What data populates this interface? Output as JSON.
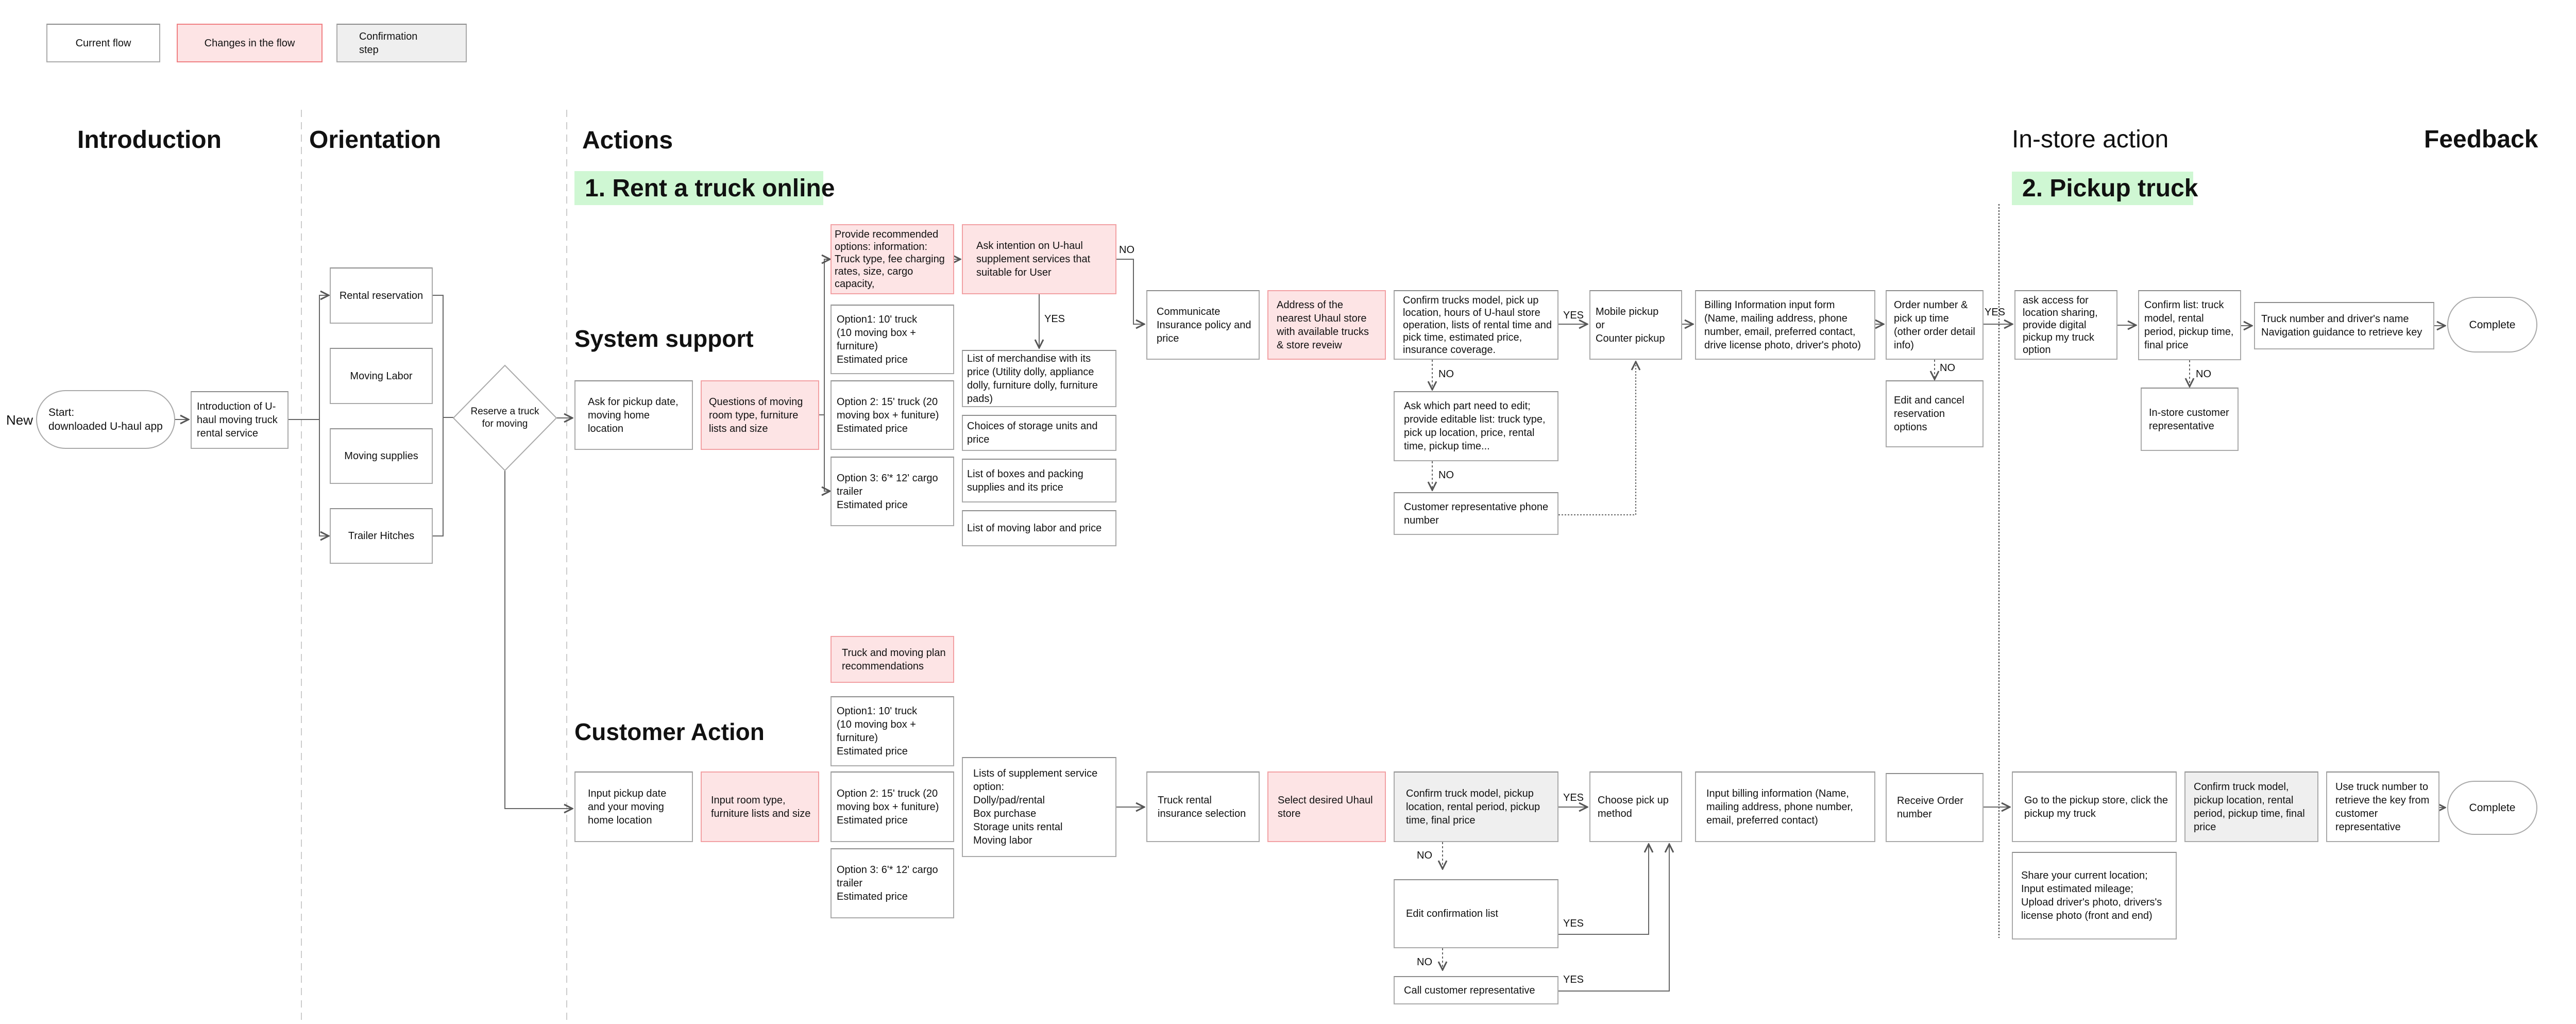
{
  "legend": {
    "current": "Current flow",
    "changes": "Changes in the flow",
    "confirmation": "Confirmation\nstep"
  },
  "colors": {
    "changes_fill": "#fde4e5",
    "changes_border": "#f2a0a3",
    "confirmation_fill": "#efefef",
    "section_highlight": "#cff7d3"
  },
  "phases": {
    "introduction": "Introduction",
    "orientation": "Orientation",
    "actions": "Actions",
    "in_store": "In-store action",
    "feedback": "Feedback"
  },
  "sections": {
    "rent_online": "1. Rent a truck online",
    "pickup_truck": "2. Pickup truck",
    "system_support": "System support",
    "customer_action": "Customer Action"
  },
  "connectors": {
    "yes": "YES",
    "no": "NO"
  },
  "intro": {
    "new_label": "New",
    "start": "Start:\ndownloaded U-haul app",
    "service": "Introduction of U-haul moving truck rental service"
  },
  "orientation": {
    "items": [
      "Rental reservation",
      "Moving Labor",
      "Moving supplies",
      "Trailer Hitches"
    ],
    "decision": "Reserve a truck for moving"
  },
  "system": {
    "ask_pickup": "Ask for pickup date, moving home location",
    "questions": "Questions of moving room type, furniture lists and size",
    "provide_options": "Provide recommended options: information: Truck type, fee charging rates, size, cargo capacity,",
    "option1": "Option1: 10' truck\n(10 moving box + furniture)\nEstimated price",
    "option2": "Option 2: 15' truck (20 moving box + funiture)\nEstimated price",
    "option3": "Option 3: 6'* 12' cargo trailer\nEstimated price",
    "ask_intention": "Ask intention on U-haul supplement services that suitable for User",
    "merchandise": "List of merchandise with its price (Utility dolly, appliance dolly, furniture dolly, furniture pads)",
    "storage": "Choices of storage units and price",
    "boxes": "List of boxes and packing supplies and its price",
    "labor": "List of moving labor and price",
    "insurance": "Communicate\nInsurance policy and price",
    "address": "Address of the nearest Uhaul store with available trucks & store reveiw",
    "confirm": "Confirm trucks model, pick up location, hours of U-haul store operation, lists of rental time and pick time, estimated price, insurance coverage.",
    "ask_edit": "Ask which part need to edit; provide editable list: truck type, pick up location, price, rental time, pickup time...",
    "rep_phone": "Customer representative phone number",
    "pickup_method": "Mobile pickup\nor\nCounter pickup",
    "billing": "Billing Information input form (Name, mailing address, phone number, email, preferred contact, drive license photo, driver's photo)",
    "order": "Order number & pick up time (other order detail info)",
    "edit_cancel": "Edit and cancel reservation options",
    "ask_access": "ask access for location sharing, provide digital pickup my truck option",
    "confirm_list": "Confirm list:  truck model, rental period, pickup time, final price",
    "instore_rep": "In-store customer representative",
    "truck_number": "Truck number and driver's name\nNavigation guidance to retrieve key",
    "complete": "Complete"
  },
  "customer": {
    "input_pickup": "Input pickup date and your moving home location",
    "input_room": "Input room type, furniture lists and size",
    "plan": "Truck and moving plan recommendations",
    "option1": "Option1: 10' truck\n(10 moving box + furniture)\nEstimated price",
    "option2": "Option 2: 15' truck (20 moving box + funiture)\nEstimated price",
    "option3": "Option 3: 6'* 12' cargo trailer\nEstimated price",
    "supplement": "Lists of supplement service option:\nDolly/pad/rental\nBox purchase\nStorage units rental\nMoving labor",
    "insurance": "Truck rental insurance selection",
    "select_store": "Select desired Uhaul store",
    "confirm": "Confirm truck model, pickup location, rental period, pickup time, final price",
    "choose_pickup": "Choose pick up method",
    "edit_list": "Edit confirmation list",
    "call_rep": "Call customer representative",
    "billing": "Input billing information (Name, mailing address, phone number, email, preferred contact)",
    "receive_order": "Receive Order number",
    "go_store": "Go to the pickup store, click the pickup my truck",
    "share_location": "Share your current location;\nInput estimated mileage;\nUpload driver's photo, drivers's license photo (front and end)",
    "confirm_instore": "Confirm truck model, pickup location, rental period, pickup time, final price",
    "use_key": "Use truck number to retrieve the key from customer representative",
    "complete": "Complete"
  }
}
